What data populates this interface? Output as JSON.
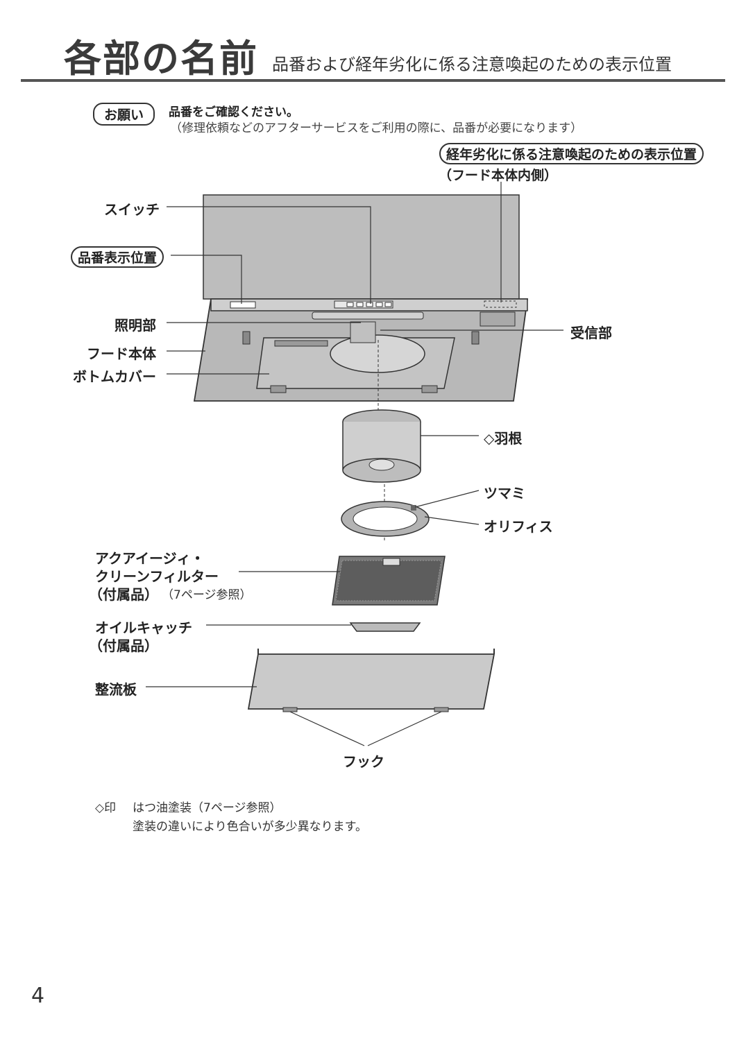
{
  "header": {
    "title": "各部の名前",
    "subtitle": "品番および経年劣化に係る注意喚起のための表示位置"
  },
  "request": {
    "badge": "お願い",
    "line1": "品番をご確認ください。",
    "line2": "（修理依頼などのアフターサービスをご利用の際に、品番が必要になります）"
  },
  "labels": {
    "warning_position": "経年劣化に係る注意喚起のための表示位置",
    "warning_position_note": "（フード本体内側）",
    "switch": "スイッチ",
    "model_number_position": "品番表示位置",
    "lighting": "照明部",
    "receiver": "受信部",
    "hood_body": "フード本体",
    "bottom_cover": "ボトムカバー",
    "fan_blade": "◇羽根",
    "knob": "ツマミ",
    "orifice": "オリフィス",
    "filter_line1": "アクアイージィ・",
    "filter_line2": "クリーンフィルター",
    "filter_line3": "（付属品）",
    "filter_ref": "（7ページ参照）",
    "oil_catch_line1": "オイルキャッチ",
    "oil_catch_line2": "（付属品）",
    "rectifier_plate": "整流板",
    "hook": "フック"
  },
  "footnote": {
    "mark": "◇印",
    "line1": "はつ油塗装（7ページ参照）",
    "line2": "塗装の違いにより色合いが多少異なります。"
  },
  "page_number": "4"
}
